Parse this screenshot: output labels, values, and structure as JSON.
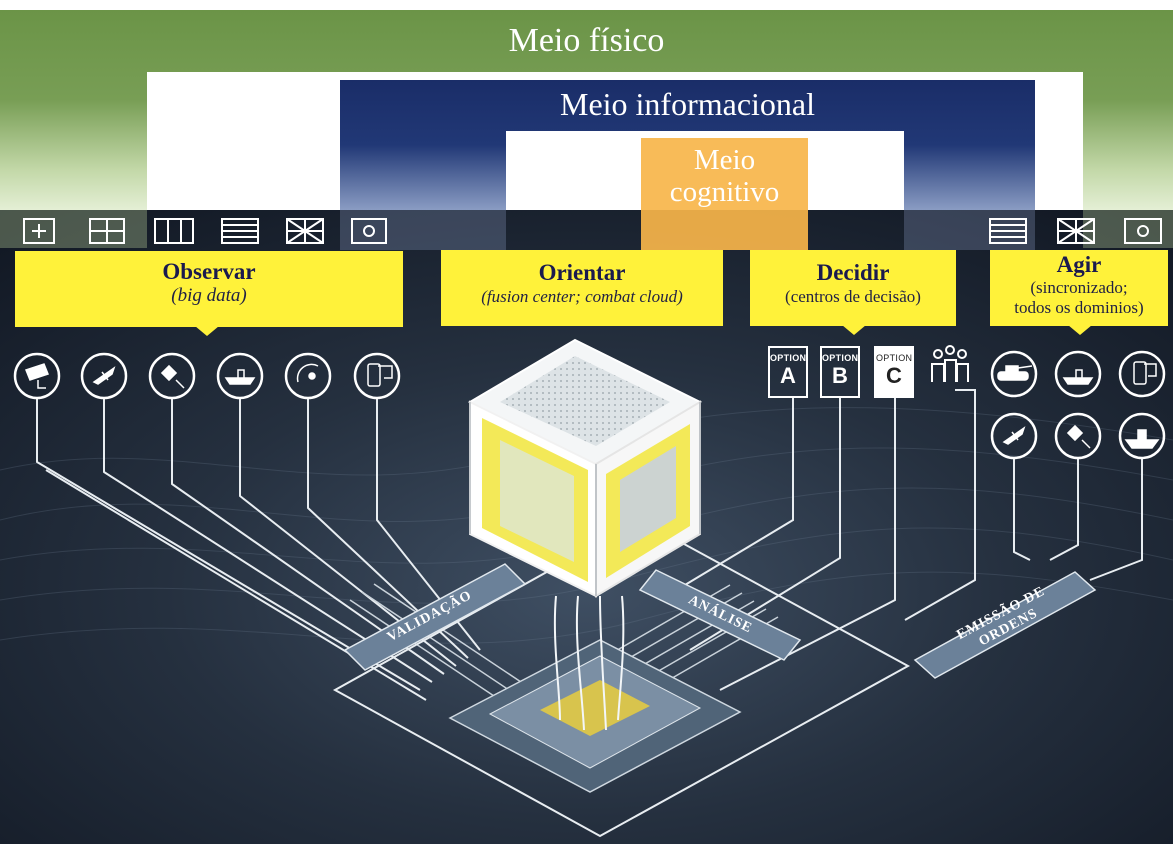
{
  "bands": {
    "fisico": "Meio físico",
    "informacional": "Meio informacional",
    "cognitivo": "Meio cognitivo"
  },
  "phases": {
    "observar": {
      "title": "Observar",
      "sub": "(big data)"
    },
    "orientar": {
      "title": "Orientar",
      "sub": "(fusion center; combat cloud)"
    },
    "decidir": {
      "title": "Decidir",
      "sub": "(centros de decisão)"
    },
    "agir": {
      "title": "Agir",
      "sub1": "(sincronizado;",
      "sub2": "todos os dominios)"
    }
  },
  "stages": {
    "validacao": "VALIDAÇÃO",
    "analise": "ANÁLISE",
    "emissao_1": "EMISSÃO DE",
    "emissao_2": "ORDENS"
  },
  "options": [
    {
      "word": "OPTION",
      "letter": "A",
      "selected": false
    },
    {
      "word": "OPTION",
      "letter": "B",
      "selected": false
    },
    {
      "word": "OPTION",
      "letter": "C",
      "selected": true
    }
  ],
  "sensor_icons": [
    "cctv-icon",
    "fighter-jet-icon",
    "satellite-icon",
    "submarine-icon",
    "radar-dish-icon",
    "smartphone-icon"
  ],
  "effector_icons": [
    "tank-icon",
    "submarine-icon",
    "smartphone-icon",
    "fighter-jet-icon",
    "satellite-icon",
    "warship-icon"
  ],
  "colors": {
    "physical_green": "#6a9245",
    "informational_navy": "#1a2e69",
    "cognitive_orange": "#f7b54a",
    "phase_yellow": "#fff23a",
    "background_dark": "#141c28"
  }
}
